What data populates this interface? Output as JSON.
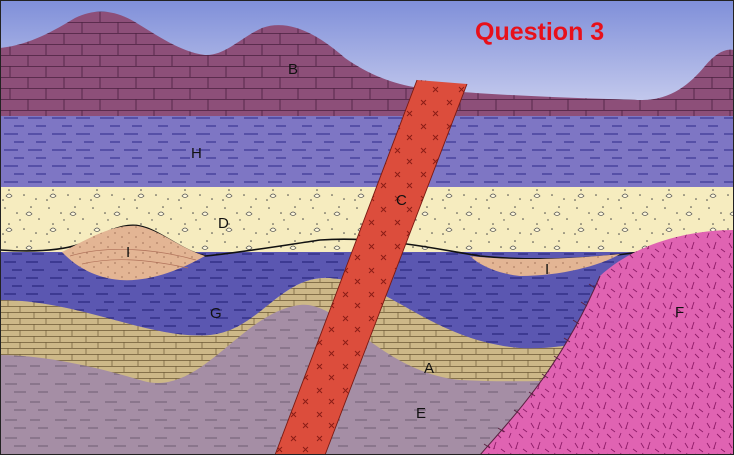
{
  "title": "Question 3",
  "colors": {
    "title": "#e8101a",
    "sky_top": "#7f8fd9",
    "sky_bottom": "#cfd3f0",
    "B": "#8d4f79",
    "H": "#7e76c4",
    "D": "#f6ecbf",
    "I": "#e3b594",
    "G": "#5b57b1",
    "A": "#cdb888",
    "E": "#a58ea5",
    "C": "#dc4d3c",
    "F": "#e063b2"
  },
  "labels": {
    "B": "B",
    "H": "H",
    "C": "C",
    "D": "D",
    "I_left": "I",
    "I_right": "I",
    "G": "G",
    "F": "F",
    "A": "A",
    "E": "E"
  }
}
